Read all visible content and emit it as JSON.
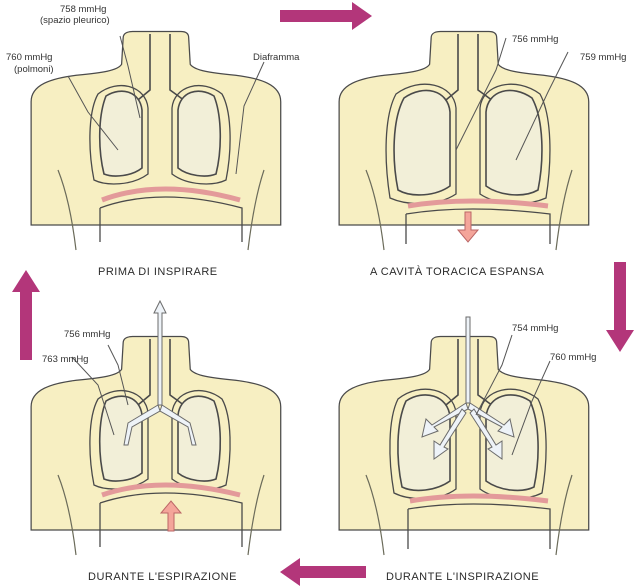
{
  "panels": [
    {
      "caption": "PRIMA DI INSPIRARE",
      "labels": {
        "pleural_pressure": "758 mmHg",
        "pleural_space": "(spazio pleurico)",
        "lung_pressure": "760 mmHg",
        "lungs": "(polmoni)",
        "diaphragm": "Diaframma"
      }
    },
    {
      "caption": "A CAVITÀ TORACICA ESPANSA",
      "labels": {
        "pressure_a": "756 mmHg",
        "pressure_b": "759 mmHg"
      }
    },
    {
      "caption": "DURANTE L'ESPIRAZIONE",
      "labels": {
        "pressure_a": "756 mmHg",
        "pressure_b": "763 mmHg"
      }
    },
    {
      "caption": "DURANTE L'INSPIRAZIONE",
      "labels": {
        "pressure_a": "754 mmHg",
        "pressure_b": "760 mmHg"
      }
    }
  ],
  "colors": {
    "skin": "#f7efc2",
    "skin_outline": "#4a4a4a",
    "lung_fill": "#f2efd8",
    "diaphragm": "#e39a9a",
    "cycle_arrow": "#b3367a",
    "airflow_arrow": "#eef3f8",
    "pink_arrow": "#f4a59a"
  }
}
